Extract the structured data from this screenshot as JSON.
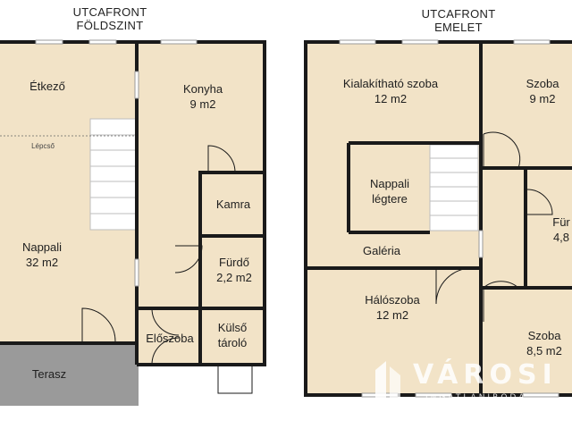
{
  "headers": {
    "ground": [
      "UTCAFRONT",
      "FÖLDSZINT"
    ],
    "upper": [
      "UTCAFRONT",
      "EMELET"
    ]
  },
  "ground_floor": {
    "etkezo": "Étkező",
    "lepcso": "Lépcső",
    "nappali_name": "Nappali",
    "nappali_area": "32 m2",
    "konyha_name": "Konyha",
    "konyha_area": "9 m2",
    "kamra": "Kamra",
    "furdo_name": "Fürdő",
    "furdo_area": "2,2 m2",
    "eloszoba": "Előszoba",
    "kulso_1": "Külső",
    "kulso_2": "tároló",
    "terasz": "Terasz"
  },
  "upper_floor": {
    "kialakithato_name": "Kialakítható szoba",
    "kialakithato_area": "12 m2",
    "szoba1_name": "Szoba",
    "szoba1_area": "9 m2",
    "nappali_legtere_1": "Nappali",
    "nappali_legtere_2": "légtere",
    "galeria": "Galéria",
    "furdo_partial_name": "Für",
    "furdo_partial_area": "4,8",
    "haloszoba_name": "Hálószoba",
    "haloszoba_area": "12 m2",
    "szoba2_name": "Szoba",
    "szoba2_area": "8,5 m2"
  },
  "logo": {
    "name": "VÁROSI",
    "subtitle": "INGATLANIRODA"
  },
  "colors": {
    "floor": "#f2e3c7",
    "wall": "#1a1a1a",
    "terrace": "#9a9a9a"
  }
}
